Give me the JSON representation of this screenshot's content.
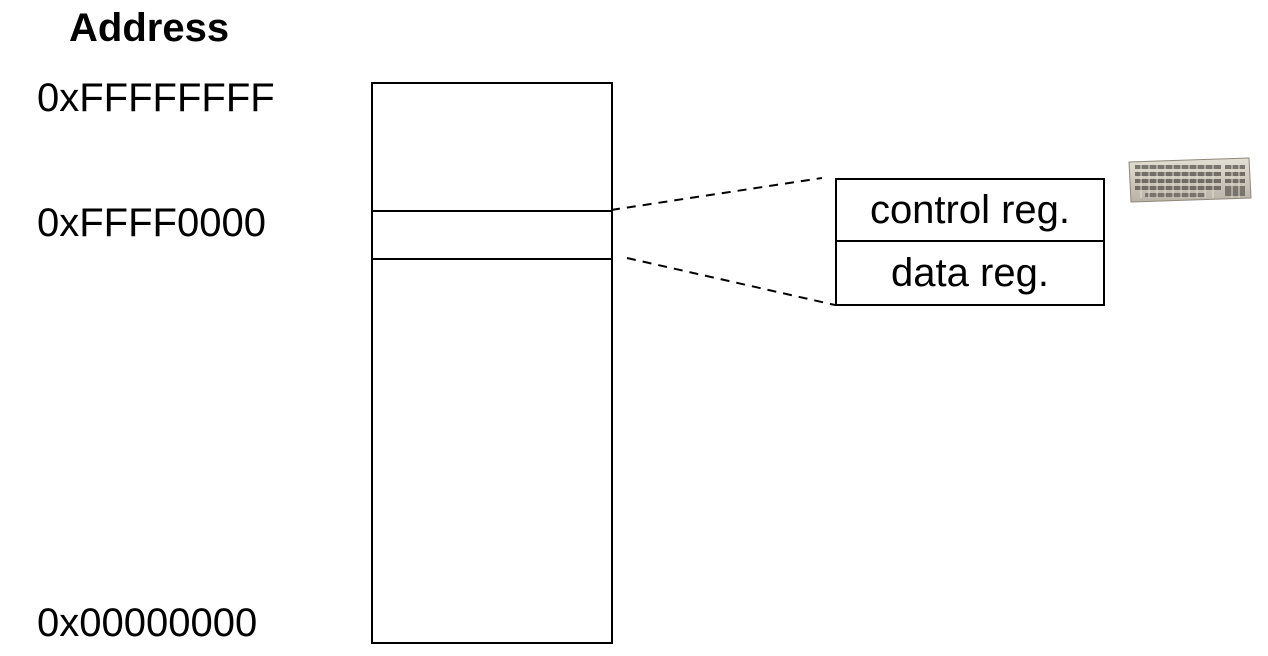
{
  "address_heading": "Address",
  "addresses": {
    "top": "0xFFFFFFFF",
    "device": "0xFFFF0000",
    "bottom": "0x00000000"
  },
  "registers": {
    "control": "control reg.",
    "data": "data reg."
  },
  "device_icon": "keyboard-icon",
  "colors": {
    "line": "#000000",
    "background": "#ffffff"
  }
}
